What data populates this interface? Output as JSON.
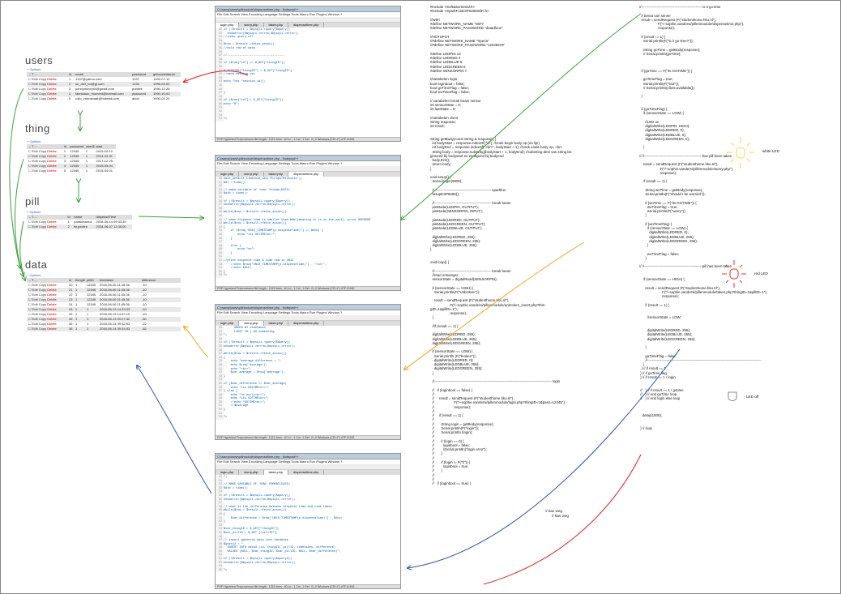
{
  "labels": {
    "users": "users",
    "thing": "thing",
    "pill": "pill",
    "data": "data"
  },
  "db_options": "+ Options",
  "row_actions": {
    "edit": "Edit",
    "copy": "Copy",
    "delete": "Delete"
  },
  "tables": {
    "users": {
      "columns": [
        "id",
        "email",
        "password",
        "geboortedatum"
      ],
      "rows": [
        [
          "1",
          "1337@yahoo.com",
          "1337",
          "1992-07-12"
        ],
        [
          "2",
          "sn_dier_bn@gl.com",
          "1234",
          "1996-03-02"
        ],
        [
          "3",
          "pennymineprill@gmail.com",
          "publiek",
          "1990-12-26"
        ],
        [
          "4",
          "fabriciaun_moment@hotmail.com",
          "password",
          "1990-10-03"
        ],
        [
          "5",
          "rollo_vrienstraat@hotmail.com",
          "abcd",
          "1990-02-20"
        ]
      ]
    },
    "thing": {
      "columns": [
        "id",
        "password",
        "userID",
        "start"
      ],
      "rows": [
        [
          "1",
          "12345",
          "1",
          "2015-04-10"
        ],
        [
          "2",
          "12345",
          "1",
          "2014-03-31"
        ],
        [
          "3",
          "12345",
          "1",
          "2017-12-25"
        ],
        [
          "4",
          "12345",
          "1",
          "2015-03-04"
        ],
        [
          "5",
          "12345",
          "1",
          "2015-04-01"
        ]
      ]
    },
    "pill": {
      "columns": [
        "id",
        "name",
        "dispenseTime"
      ],
      "rows": [
        [
          "1",
          "paracetamol",
          "2018-06-14 09:33:39"
        ],
        [
          "2",
          "ibuprofen",
          "2018-06-07 12:30:00"
        ]
      ]
    },
    "data": {
      "columns": [
        "id",
        "thingID",
        "pillID",
        "timetaken",
        "difference"
      ],
      "rows": [
        [
          "20",
          "1",
          "12345",
          "2018-06-06 11:45:36",
          "-10"
        ],
        [
          "21",
          "1",
          "12345",
          "2018-06-06 11:45:36",
          "-10"
        ],
        [
          "22",
          "1",
          "12345",
          "2018-06-06 11:45:36",
          "-10"
        ],
        [
          "23",
          "1",
          "12345",
          "2018-06-06 11:45:36",
          "-10"
        ],
        [
          "24",
          "1",
          "12345",
          "2018-06-06 11:45:36",
          "-10"
        ],
        [
          "25",
          "1",
          "1",
          "2018-06-13 14:33:33",
          "-10"
        ],
        [
          "26",
          "1",
          "1",
          "2018-06-13 14:37:10",
          "-10"
        ],
        [
          "35",
          "1",
          "1",
          "2018-06-13 20:27:42",
          "-60"
        ],
        [
          "36",
          "1",
          "1",
          "2018-06-14 09:32:53",
          "-22"
        ],
        [
          "38",
          "1",
          "1",
          "2018-06-14 09:34:03",
          "-82"
        ]
      ]
    }
  },
  "editor": {
    "title": "C:\\wamp\\www\\pillmodule\\dispensetime.php - Notepad++",
    "menu": "File  Edit  Search  View  Encoding  Language  Settings  Tools  Macro  Run  Plugins  Window  ?",
    "status": "PHP Hypertext Preprocessor file     length : 1021    lines : 40        Ln : 1    Col : 1    Sel : 0 | 0        Windows (CR LF)   UTF-8    INS",
    "tabs": [
      "login.php",
      "worry.php",
      "taken.php",
      "dispensetime.php"
    ]
  },
  "editors": [
    {
      "lines": [
        "if (!$result = $mysqli->query($query))",
        "  showerror($mysqli->errno,$mysqli->error);",
        "//inner query of?",
        "",
        "$row = $result->fetch_assoc()",
        "//hold row of data",
        "",
        "//---------------------------------",
        "",
        "if ($row[\"id\"] == $_GET[\"thingID\"])",
        "",
        "$_SESSION[\"thingID\"] = $_GET[\"thingID\"];",
        "//send session var",
        "",
        "echo \"Yes \"session_id();",
        "",
        "",
        "}",
        "",
        "if ($row[\"id\"]!= $_GET[\"thingID\"])",
        "echo \"0\";",
        "",
        "",
        "",
        "?>"
      ]
    },
    {
      "lines": [
        "date_default_timezone_set('Europe/Brussels');",
        "$dt = time();",
        "",
        "// make variable of 'now' format(DATE)",
        "$dtb = time();",
        "",
        "if (!$result = $mysqli->query($query))",
        "showerror($mysqli->errno,$mysqli->error);",
        "",
        "while($row = $result->fetch_assoc())",
        "",
        "// when dispense time is smaller than NOW (meaning it is in the past), print 00ERROR",
        "while($row = $result->fetch_assoc())",
        "{",
        "    if ($row['UNIX_TIMESTAMP(p.dispenseTime)'] <= $dtb) {",
        "        echo \"its GOTIME<br>\";",
        "    }",
        "",
        "    else {",
        "        echo \"no\";",
        "    }",
        "",
        "//print dispense time & time now in UNIX",
        "    //echo $row['UNIX_TIMESTAMP(p.dispenseTime)'] . '<br>';",
        "    //echo $dtb;",
        "}",
        "?>"
      ]
    },
    {
      "lines": [
        "      ORDER BY timetaken",
        "      LIMIT 10 ) AS something",
        "\";",
        "",
        "if (!$result = $mysqli->query($query))",
        "showerror($mysqli->errno,$mysqli->error);",
        "",
        "while($row = $result->fetch_assoc())",
        "{",
        "    echo \"average difference = \";",
        "    echo $row['average'];",
        "    echo \"<br>\";",
        "    $var_average = $row['average'];",
        "}",
        "",
        "if ($var_difference >= $var_average)",
        "    echo \"its DATIME<br>\";",
        "} else {",
        "    echo \"no worry<br>\";",
        "    echo \"its GOTIME<br>\";",
        "    //echo \"GOTIME<br>\";",
        "    //$avarage",
        "}",
        "",
        "?>"
      ]
    },
    {
      "lines": [
        "\";",
        "",
        "// MAKE VARIABLE OF 'NOW' FORMAT(DATE)",
        "$dtb = time();",
        "",
        "if (!$result = $mysqli->query($query))",
        "showerror($mysqli->errno,$mysqli->error);",
        "",
        "// what is the difference between dispense time and time taken",
        "while($row = $result->fetch_assoc())",
        "{",
        "    $var_difference = $row['UNIX_TIMESTAMP(p.dispenseTime)'] - $dtb;",
        "}",
        "",
        "$var_thingID = $_GET[\"thingID\"];",
        "$var_pillID = $_GET [\"pillID\"];",
        "",
        "// insert gathered data into database",
        "$query2 = \"",
        "  INSERT INTO data3 (id, thingID, pillID, timetaken, difference)",
        "  VALUES (NULL, $var_thingID, $var_pillID, NULL, $var_difference)\";",
        "",
        "if (!$result = $mysqli->query($query2))",
        "showerror($mysqli->errno,$mysqli->error);",
        "",
        "?>"
      ]
    }
  ],
  "arduino_col1": "#include <SoftwareSerial.h>\n#include <SparkFunESP8266WiFi.h>\n\n//WIFI\n#define NETWORK_NAME \"WiFi\"\n#define NETWORK_PASSWORD \"draadloos\"\n\n//HOTSPOT\n//#define NETWORK_NAME \"Xperia\"\n//#define NETWORK_PASSWORD \"12345678\"\n\n#define LEDPIN 13\n#define LEDRED 3\n#define LEDBLUE 5\n#define LEDGREEN 6\n#define SENSORPIN 7\n\n//variabelen login\nbool loginbool = false;\nbool goTimeFlag = false;\nbool woTimeFlag = false;\n\n// variabelen break beam sensor\nint sensorState = 0;\nint lastState = 0;\n\n//variabelen client\nString response;\nint result;\n\n\nString getBody(const String & response) {\n  int bodyStart = response.indexOf(\"\\n\"); //zoek begin body op (na lijn)\n  int bodyEnd = response.indexOf(\"<br>\", bodyStart + 1); //zoek einde body op, <br>\n  String body = response.substring(bodyStart + 1, bodyEnd); //substring deel van string be-\nginnend bij bodystart en eindigend bij bodyend\n  body.trim();\n  return body;\n}\n\nvoid setup() {\n  Serial.begin(9600);\n\n  //------------------------------------------------ sparkfun\n  setupESP8266();\n\n  //------------------------------------------------ break beam\n  pinMode(LEDPIN, OUTPUT);\n  pinMode(SENSORPIN, INPUT);\n\n  pinMode(LEDRED, OUTPUT);\n  pinMode(LEDGREEN, OUTPUT);\n  pinMode(LEDBLUE, OUTPUT);\n\n  digitalWrite(LEDRED, 255);\n  digitalWrite(LEDGREEN, 255);\n  digitalWrite(LEDBLUE, 255);\n}\n\n\nvoid loop() {\n\n  //------------------------------------------------ break beam\n  //read ontvanger\n  sensorState = digitalRead(SENSORPIN);\n\n  if (sensorState == HIGH) {\n    Serial.println(F(\"Unbroken\"));\n\n    result = sendRequest (F(\"studenthome.hku.nl\"),\n                    F(\"/~sophie.vandersi/pillenmodule/unbroken_insert.php?thin-\ngID=1&pillID=1\"),\n                    response);\n  }\n\n  //if (result == 1) {\n\n  digitalWrite(LEDRED, 255);\n  digitalWrite(LEDBLUE, 255);\n  digitalWrite(LEDGREEN, 255);\n\n  if (sensorState == LOW) {\n    Serial.println (F(\"broken\"));\n    digitalWrite(LEDRED, 0);\n    digitalWrite(LEDBLUE, 255);\n    digitalWrite(LEDGREEN, 255);\n  }\n\n  //--------------------------------------------------------------------------------------------------- login\n\n  //   if (loginbool == false) {\n  //\n  //     result = sendRequest (F(\"studenthome.hku.nl\"),\n  //                    F(\"/~sophie.vandersi/pillenmodule/login.php?thingID=1&pass=12345\"),\n  //                    response);\n  //\n  //     if (result == 1) {\n  //\n  //       String login = getBody(response);\n  //       Serial.println(F(\"login\"));\n  //       Serial.println (login);\n  //\n  //       if (login == 0) {\n  //         loginbool = false;\n  //         //Serial.println(\"login error\");\n  //       }\n  //\n  //       if (login != F(\"0\")) {\n  //         loginbool = true;\n  //       }\n  //\n  //\n  //   if (loginbool == true) {",
  "arduino_col2": "//--------------------------------------------------- is it go time\n\n  // bevra van server\n  result = sendRequest (F(\"studenthome.hku.nl\"),\n                   F(\"/~sophie.vandersi/pillenmodule/dispensetime.php\"),\n                   response);\n\n  if (result == 1) {\n    Serial.println(F(\"is it go time?\"));\n\n    String goTime = getBody(response);\n    // Serial.println(goTime);\n\n\n\n  if (goTime == F(\"its GOTIME\")) {\n\n    goTimeFlag = true;\n    Serial.println(F(\"Got\"));\n    // Serial.println(client.available());\n\n  }\n\n\n  if (goTimeFlag) {\n    if (sensorState == LOW) {\n\n      //LED on\n      digitalWrite(LEDPIN, HIGH);\n      digitalWrite(LEDRED, 0);\n      digitalWrite(LEDBLUE, 0);\n      digitalWrite(LEDGREEN, 0);\n\n    }\n\n// //-------------------------------------------------has pill been taken\n\n    result = sendRequest (F(\"studenthome.hku.nl\"),\n                     F(\"/~sophie.vandersi/pillenmodule/worry.php\"),\n                     response);\n\n    if (result == 1) {\n\n      String woTime = getBody(response);\n      Serial.println(F(\"should I be worried\"));\n\n      if (woTime == F(\"its GOTIME\")) {\n        woTimeFlag = true;\n        Serial.println(F(\"worry\"));\n      }\n\n      if (woTimeFlag) {\n        if (sensorState == LOW) {\n          digitalWrite(LEDRED, 0);\n          digitalWrite(LEDBLUE, 255);\n          digitalWrite(LEDGREEN, 255);\n        }\n\n        woTimeFlag = false;\n      }\n\n// //-------------------------------------------------pill has been taken\n\n\n    if (sensorState == HIGH) {\n\n      result = sendRequest (F(\"studenthome.hku.nl\"),\n                       F(\"/~sophie.vandersi/pillenmodule/taken.php?thingID=1&pillID=1\"),\n                       response);\n\n      if (result == 1) {\n\n\n        //sensorState = LOW;\n\n\n        digitalWrite(LEDRED, 255);\n        digitalWrite(LEDBLUE, 255);\n        digitalWrite(LEDGREEN, 255);\n\n      }\n\n      goTimeFlag = false;\n      //------------------------------------------------------------------------------------------------\n    }\n  } // if result == 1\n } // if goTime flag\n } // if result == 1 / login\n\n\n //   } // if result == 1 / gotime\n //   } // end goTime loop\n //   } // end login else loop\n\n\n\n   delay(1000);\n\n\n } // loop",
  "annotations": {
    "white_led": "white LED",
    "red_led": "red LED",
    "led_off": "LED off",
    "ken_weg": "// kan weg",
    "kan_weg_2": "// kan weg"
  }
}
